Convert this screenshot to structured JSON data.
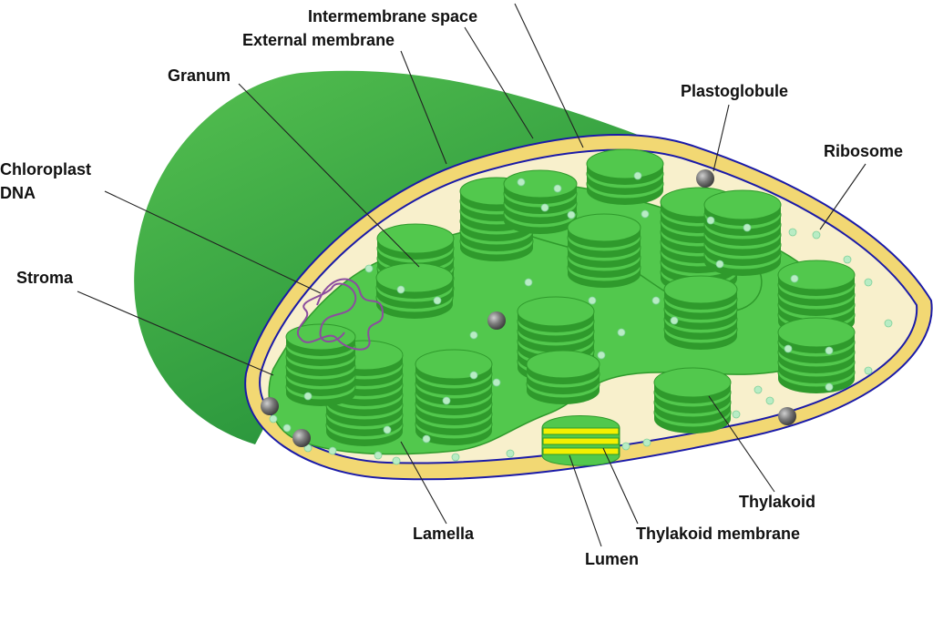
{
  "labels": {
    "intermembrane_space": "Intermembrane space",
    "external_membrane": "External membrane",
    "granum": "Granum",
    "plastoglobule": "Plastoglobule",
    "ribosome": "Ribosome",
    "chloroplast_dna_line1": "Chloroplast",
    "chloroplast_dna_line2": "DNA",
    "stroma": "Stroma",
    "thylakoid": "Thylakoid",
    "thylakoid_membrane": "Thylakoid membrane",
    "lamella": "Lamella",
    "lumen": "Lumen"
  },
  "colors": {
    "outer_shell_light": "#4db84a",
    "outer_shell_dark": "#0f7a35",
    "envelope_yellow": "#f2d873",
    "membrane_blue": "#1a1aa8",
    "stroma_fill": "#f8f0cc",
    "thylakoid_green": "#52c84d",
    "thylakoid_dark": "#2f9a2c",
    "lumen_yellow": "#f4f000",
    "plastoglobule_grey": "#777777",
    "ribosome_mint": "#b8ecc4",
    "dna_purple": "#8b4d9e"
  }
}
